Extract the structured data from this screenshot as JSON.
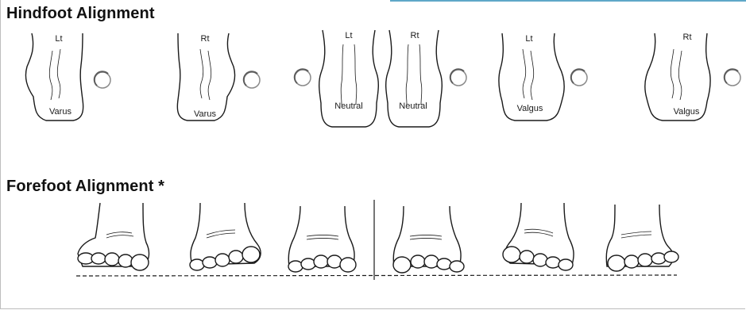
{
  "hindfoot": {
    "title": "Hindfoot Alignment",
    "items": [
      {
        "side": "Lt",
        "label": "Varus",
        "selected": false
      },
      {
        "side": "Rt",
        "label": "Varus",
        "selected": false
      },
      {
        "side": "Lt",
        "label": "Neutral",
        "selected": false
      },
      {
        "side": "Rt",
        "label": "Neutral",
        "selected": false
      },
      {
        "side": "Lt",
        "label": "Valgus",
        "selected": false
      },
      {
        "side": "Rt",
        "label": "Valgus",
        "selected": false
      }
    ]
  },
  "forefoot": {
    "title": "Forefoot Alignment *",
    "options_count": 6
  },
  "colors": {
    "accent": "#5fa8c8",
    "line": "#1a1a1a",
    "radio": "#8a8a8a"
  }
}
